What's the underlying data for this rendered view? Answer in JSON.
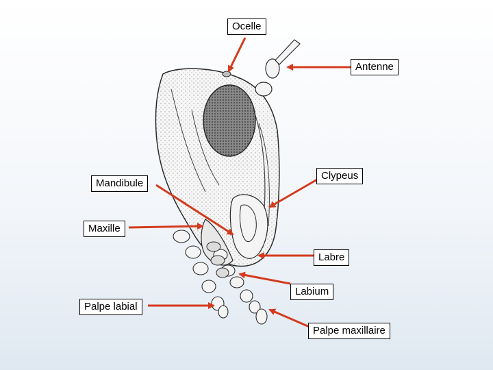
{
  "labels": {
    "ocelle": "Ocelle",
    "antenne": "Antenne",
    "clypeus": "Clypeus",
    "mandibule": "Mandibule",
    "maxille": "Maxille",
    "labre": "Labre",
    "labium": "Labium",
    "palpe_labial": "Palpe labial",
    "palpe_maxillaire": "Palpe maxillaire"
  },
  "colors": {
    "arrow": "#d43a1e",
    "outline": "#2a2a2a",
    "eye": "#6e6e6e",
    "head_fill": "#f4f4f4"
  }
}
